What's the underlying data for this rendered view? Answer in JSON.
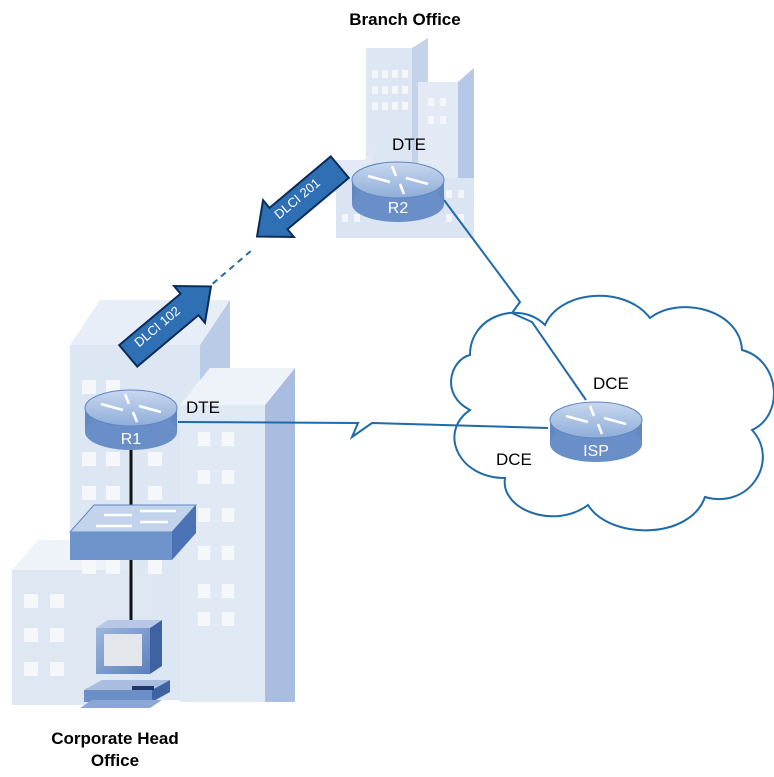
{
  "labels": {
    "branch_office": "Branch Office",
    "corporate_head_office_line1": "Corporate Head",
    "corporate_head_office_line2": "Office"
  },
  "devices": {
    "r1": "R1",
    "r2": "R2",
    "isp": "ISP"
  },
  "interfaces": {
    "r1_role": "DTE",
    "r2_role": "DTE",
    "isp_role_top": "DCE",
    "isp_role_left": "DCE"
  },
  "dlci": {
    "r2": "DLCI 201",
    "r1": "DLCI 102"
  },
  "colors": {
    "building_light": "#dde6f3",
    "building_mid": "#c4d3ea",
    "building_dark": "#a9bde0",
    "window": "#eef2f9",
    "router_blue": "#7c9dcf",
    "link_blue": "#1f6aa8",
    "arrow_blue": "#2f6fb3",
    "arrow_border": "#0b2c5a"
  }
}
